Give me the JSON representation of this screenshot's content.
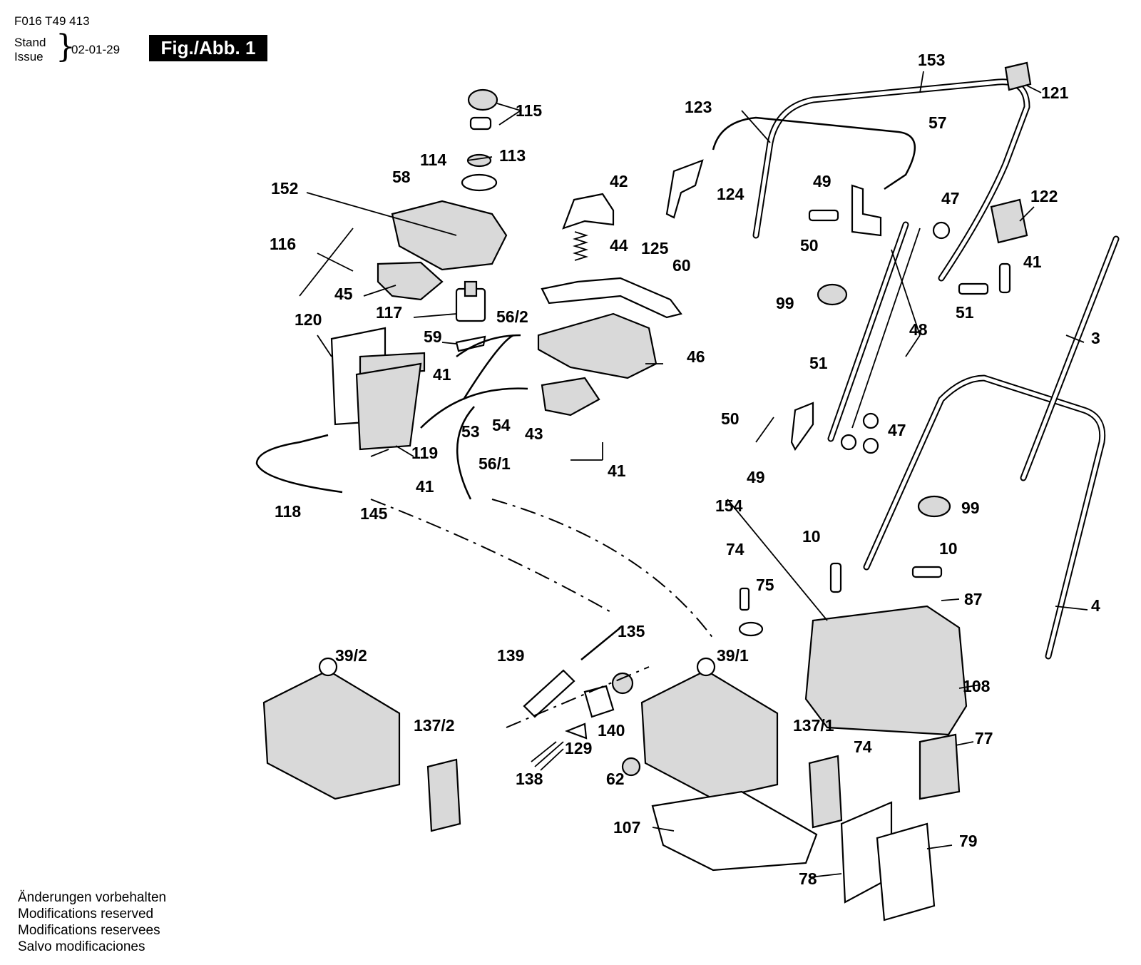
{
  "header": {
    "doc_code": "F016 T49 413",
    "stand_label": "Stand",
    "issue_label": "Issue",
    "date": "02-01-29",
    "figure_title": "Fig./Abb. 1"
  },
  "footer_notes": [
    "Änderungen vorbehalten",
    "Modifications reserved",
    "Modifications reservees",
    "Salvo modificaciones"
  ],
  "part_labels": {
    "p153": "153",
    "p121": "121",
    "p123": "123",
    "p57": "57",
    "p115": "115",
    "p114": "114",
    "p113": "113",
    "p42": "42",
    "p49a": "49",
    "p47a": "47",
    "p122": "122",
    "p152": "152",
    "p58": "58",
    "p124": "124",
    "p50a": "50",
    "p41a": "41",
    "p116": "116",
    "p44": "44",
    "p125": "125",
    "p60": "60",
    "p45": "45",
    "p99a": "99",
    "p51a": "51",
    "p117": "117",
    "p56_2": "56/2",
    "p48": "48",
    "p3": "3",
    "p120": "120",
    "p59": "59",
    "p46": "46",
    "p51b": "51",
    "p41b": "41",
    "p50b": "50",
    "p53": "53",
    "p54": "54",
    "p43": "43",
    "p47b": "47",
    "p119": "119",
    "p56_1": "56/1",
    "p41c": "41",
    "p49b": "49",
    "p41d": "41",
    "p118": "118",
    "p145": "145",
    "p154": "154",
    "p99b": "99",
    "p74a": "74",
    "p10a": "10",
    "p10b": "10",
    "p75": "75",
    "p87": "87",
    "p4": "4",
    "p135": "135",
    "p139": "139",
    "p39_2": "39/2",
    "p39_1": "39/1",
    "p108": "108",
    "p137_2": "137/2",
    "p140": "140",
    "p137_1": "137/1",
    "p77": "77",
    "p74b": "74",
    "p129": "129",
    "p138": "138",
    "p62": "62",
    "p107": "107",
    "p79": "79",
    "p78": "78"
  }
}
